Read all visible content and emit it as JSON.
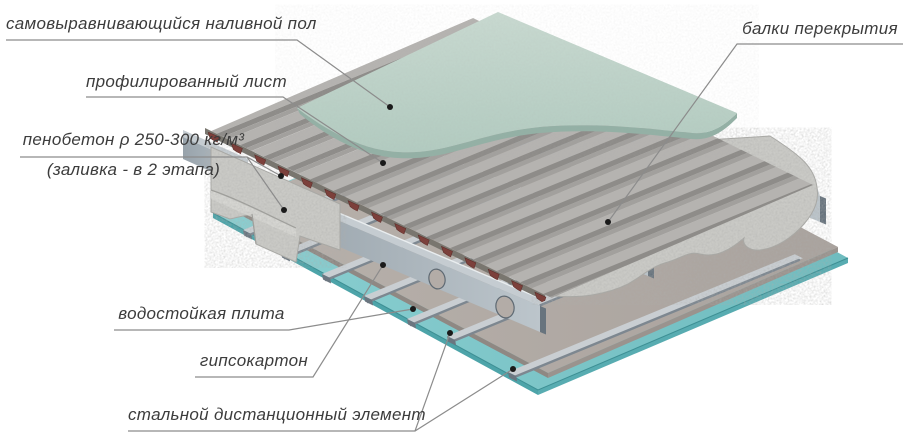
{
  "figure": {
    "title_hint": "floor assembly cutaway diagram",
    "labels": {
      "self_leveling_floor": "самовыравнивающийся наливной пол",
      "profiled_sheet": "профилированный лист",
      "foam_concrete_line1": "пенобетон ρ 250-300 кг/м³",
      "foam_concrete_line2": "(заливка - в 2 этапа)",
      "floor_beams": "балки перекрытия",
      "waterproof_board": "водостойкая плита",
      "drywall": "гипсокартон",
      "steel_spacer": "стальной дистанционный элемент"
    },
    "colors": {
      "floor_topping_green": "#bed3c9",
      "profiled_sheet_gray": "#b5b3b0",
      "profile_valley_maroon": "#7c403b",
      "foam_concrete_gray": "#cacac6",
      "steel_blue_gray": "#aab4bc",
      "waterproof_board_teal": "#7cc5c7",
      "drywall_gray": "#b3aca7",
      "leader_line_gray": "#8c8c8c",
      "label_text": "#3c3c3c"
    }
  }
}
